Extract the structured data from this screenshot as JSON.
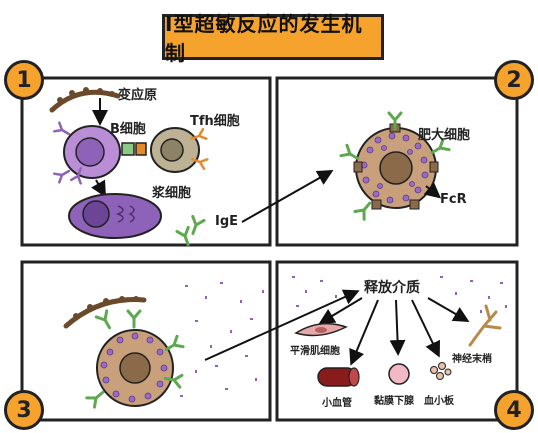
{
  "title": "I型超敏反应的发生机制",
  "panels": [
    {
      "number": "1",
      "labels": {
        "allergen": "变应原",
        "b_cell": "B细胞",
        "tfh": "Tfh细胞",
        "plasma": "浆细胞",
        "ige": "IgE"
      }
    },
    {
      "number": "2",
      "labels": {
        "mast": "肥大细胞",
        "fcr": "FcR"
      }
    },
    {
      "number": "3",
      "labels": {}
    },
    {
      "number": "4",
      "labels": {
        "mediator": "释放介质",
        "smooth_muscle": "平滑肌细胞",
        "nerve": "神经末梢",
        "vessel": "小血管",
        "gland": "黏膜下腺",
        "platelet": "血小板"
      }
    }
  ],
  "colors": {
    "accent": "#f6a32e",
    "b_cell": "#b98ed6",
    "plasma": "#8e62b8",
    "tfh": "#bdb294",
    "mast": "#c9a07c",
    "ige": "#5da850",
    "vessel": "#8a1b1b"
  }
}
